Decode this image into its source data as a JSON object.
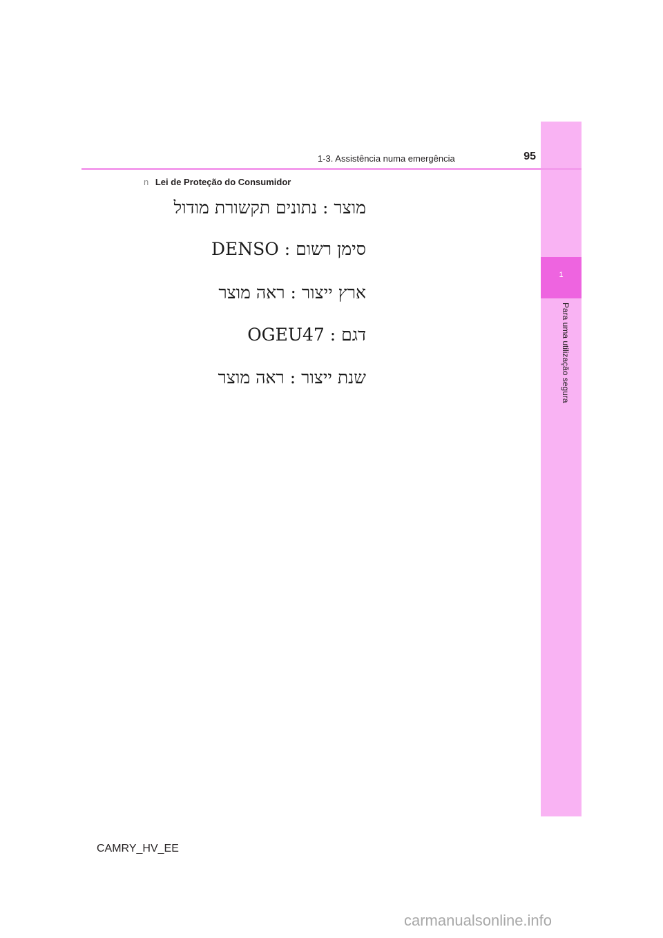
{
  "header": {
    "section": "1-3. Assistência numa emergência",
    "page_number": "95"
  },
  "side_tab": {
    "chapter": "1",
    "title": "Para uma utilização segura"
  },
  "content": {
    "heading_bullet": "n",
    "heading": "Lei de Proteção do Consumidor",
    "lines": [
      "מוצר : נתונים תקשורת מודול",
      "סימן רשום : DENSO",
      "ארץ ייצור : ראה מוצר",
      "דגם : OGEU47",
      "שנת ייצור : ראה מוצר"
    ]
  },
  "footer": {
    "code": "CAMRY_HV_EE"
  },
  "watermark": "carmanualsonline.info",
  "colors": {
    "tab_background": "#f9b3f3",
    "tab_highlight": "#ee64e0",
    "header_rule": "#f39bec"
  }
}
